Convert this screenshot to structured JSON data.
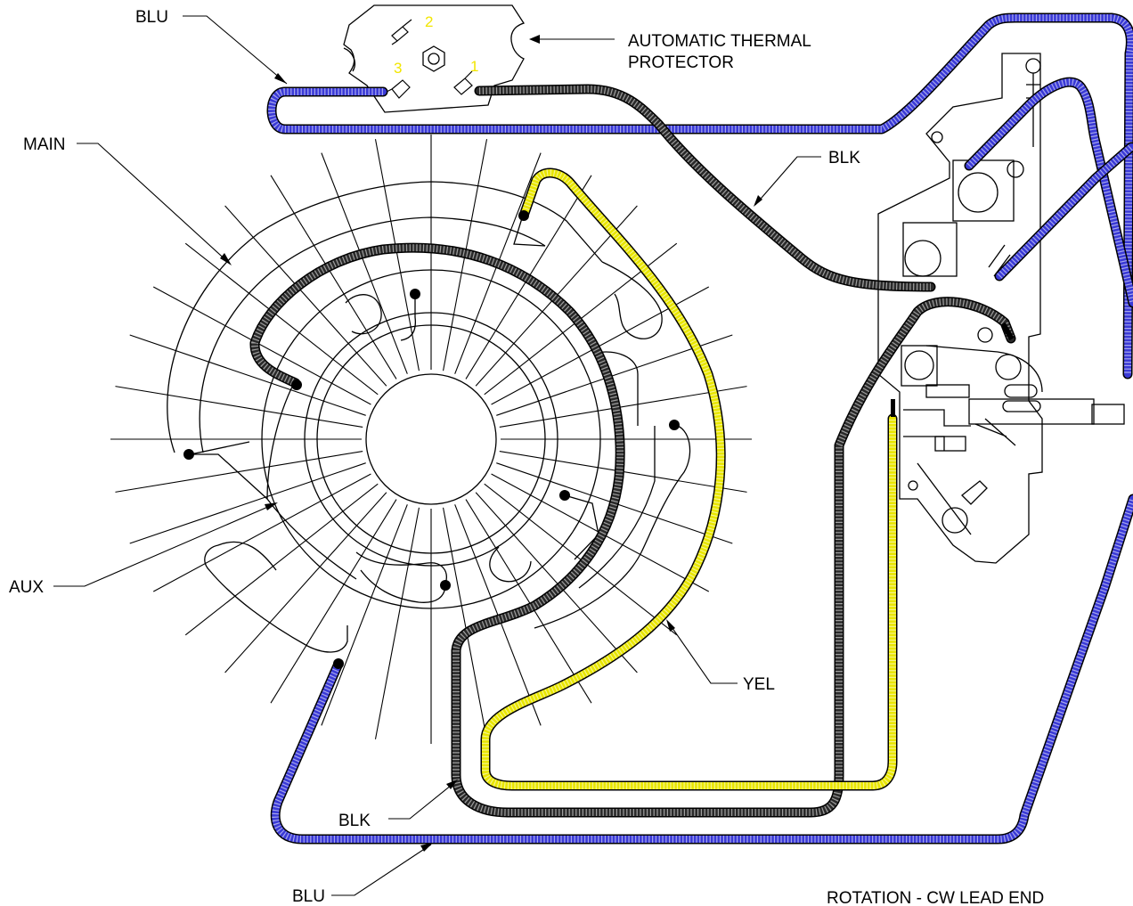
{
  "labels": {
    "blu_top": "BLU",
    "thermal_protector": [
      "AUTOMATIC THERMAL",
      "PROTECTOR"
    ],
    "main": "MAIN",
    "blk_top": "BLK",
    "aux": "AUX",
    "yel": "YEL",
    "blk_bottom": "BLK",
    "blu_bottom": "BLU",
    "rotation": "ROTATION - CW LEAD END"
  },
  "terminals": {
    "t1": "1",
    "t2": "2",
    "t3": "3"
  },
  "colors": {
    "blu": "#3a3ad6",
    "blk": "#2a2a2a",
    "yel": "#e9e600",
    "terminal_number": "#f2e600",
    "line": "#000000"
  },
  "wires": [
    {
      "color_label": "BLU",
      "color": "#3a3ad6"
    },
    {
      "color_label": "BLK",
      "color": "#2a2a2a"
    },
    {
      "color_label": "YEL",
      "color": "#e9e600"
    }
  ]
}
